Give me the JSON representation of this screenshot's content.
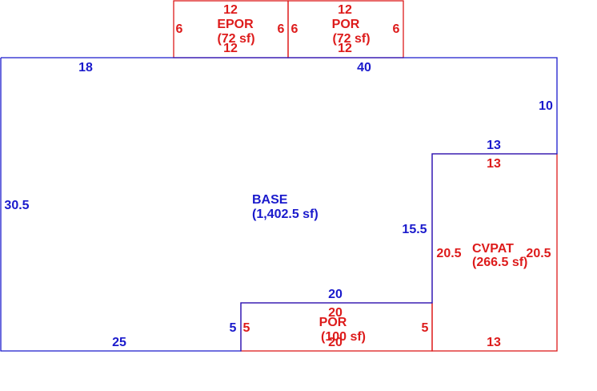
{
  "colors": {
    "base": "#1a1acc",
    "addition": "#dd1b1b"
  },
  "areas": {
    "base": {
      "name": "BASE",
      "area": "(1,402.5 sf)"
    },
    "epor": {
      "name": "EPOR",
      "area": "(72 sf)"
    },
    "por_top": {
      "name": "POR",
      "area": "(72 sf)"
    },
    "por_bottom": {
      "name": "POR",
      "area": "(100 sf)"
    },
    "cvpat": {
      "name": "CVPAT",
      "area": "(266.5 sf)"
    }
  },
  "dimensions": {
    "base": {
      "top_left": "18",
      "top_right": "40",
      "right_upper": "10",
      "step_top": "13",
      "step_side": "15.5",
      "inner_top": "20",
      "inner_side": "5",
      "bottom": "25",
      "left": "30.5"
    },
    "epor": {
      "top": "12",
      "bottom": "12",
      "left": "6",
      "right": "6"
    },
    "por_top": {
      "top": "12",
      "bottom": "12",
      "left": "6",
      "right": "6"
    },
    "por_bottom": {
      "top": "20",
      "bottom": "20",
      "left": "5",
      "right": "5"
    },
    "cvpat": {
      "top": "13",
      "bottom": "13",
      "left": "20.5",
      "right": "20.5"
    }
  }
}
